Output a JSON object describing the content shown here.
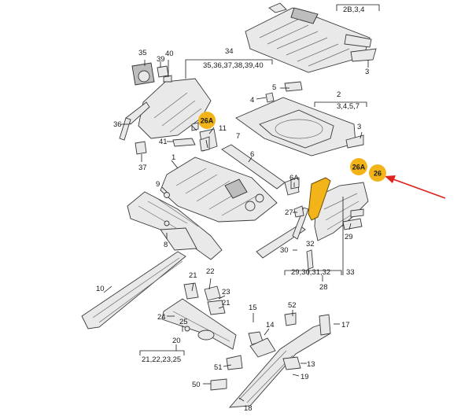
{
  "labels": {
    "l_2b34": "2B,3,4",
    "l_3_top": "3",
    "l_34": "34",
    "l_35_40": "35,36,37,38,39,40",
    "l_35": "35",
    "l_39": "39",
    "l_40": "40",
    "l_5": "5",
    "l_4": "4",
    "l_2_3457": "2",
    "l_3457": "3,4,5,7",
    "l_3_mid": "3",
    "l_7": "7",
    "l_11": "11",
    "l_36": "36",
    "l_41": "41",
    "l_37": "37",
    "l_1": "1",
    "l_6": "6",
    "l_6a": "6A",
    "l_9": "9",
    "l_27": "27",
    "l_29": "29",
    "l_30": "30",
    "l_32": "32",
    "l_29_32": "29,30,31,32",
    "l_33": "33",
    "l_28": "28",
    "l_8": "8",
    "l_10": "10",
    "l_21a": "21",
    "l_22": "22",
    "l_23": "23",
    "l_21b": "21",
    "l_24": "24",
    "l_25": "25",
    "l_20": "20",
    "l_21_25": "21,22,23,25",
    "l_15": "15",
    "l_14": "14",
    "l_52": "52",
    "l_17": "17",
    "l_13": "13",
    "l_51": "51",
    "l_19": "19",
    "l_50": "50",
    "l_18": "18"
  },
  "badges": {
    "b_26a_left": "26A",
    "b_26a_right": "26A",
    "b_26": "26"
  },
  "colors": {
    "badge_fill": "#f2b418",
    "arrow": "#e0211f",
    "highlight_part": "#f2b418"
  }
}
